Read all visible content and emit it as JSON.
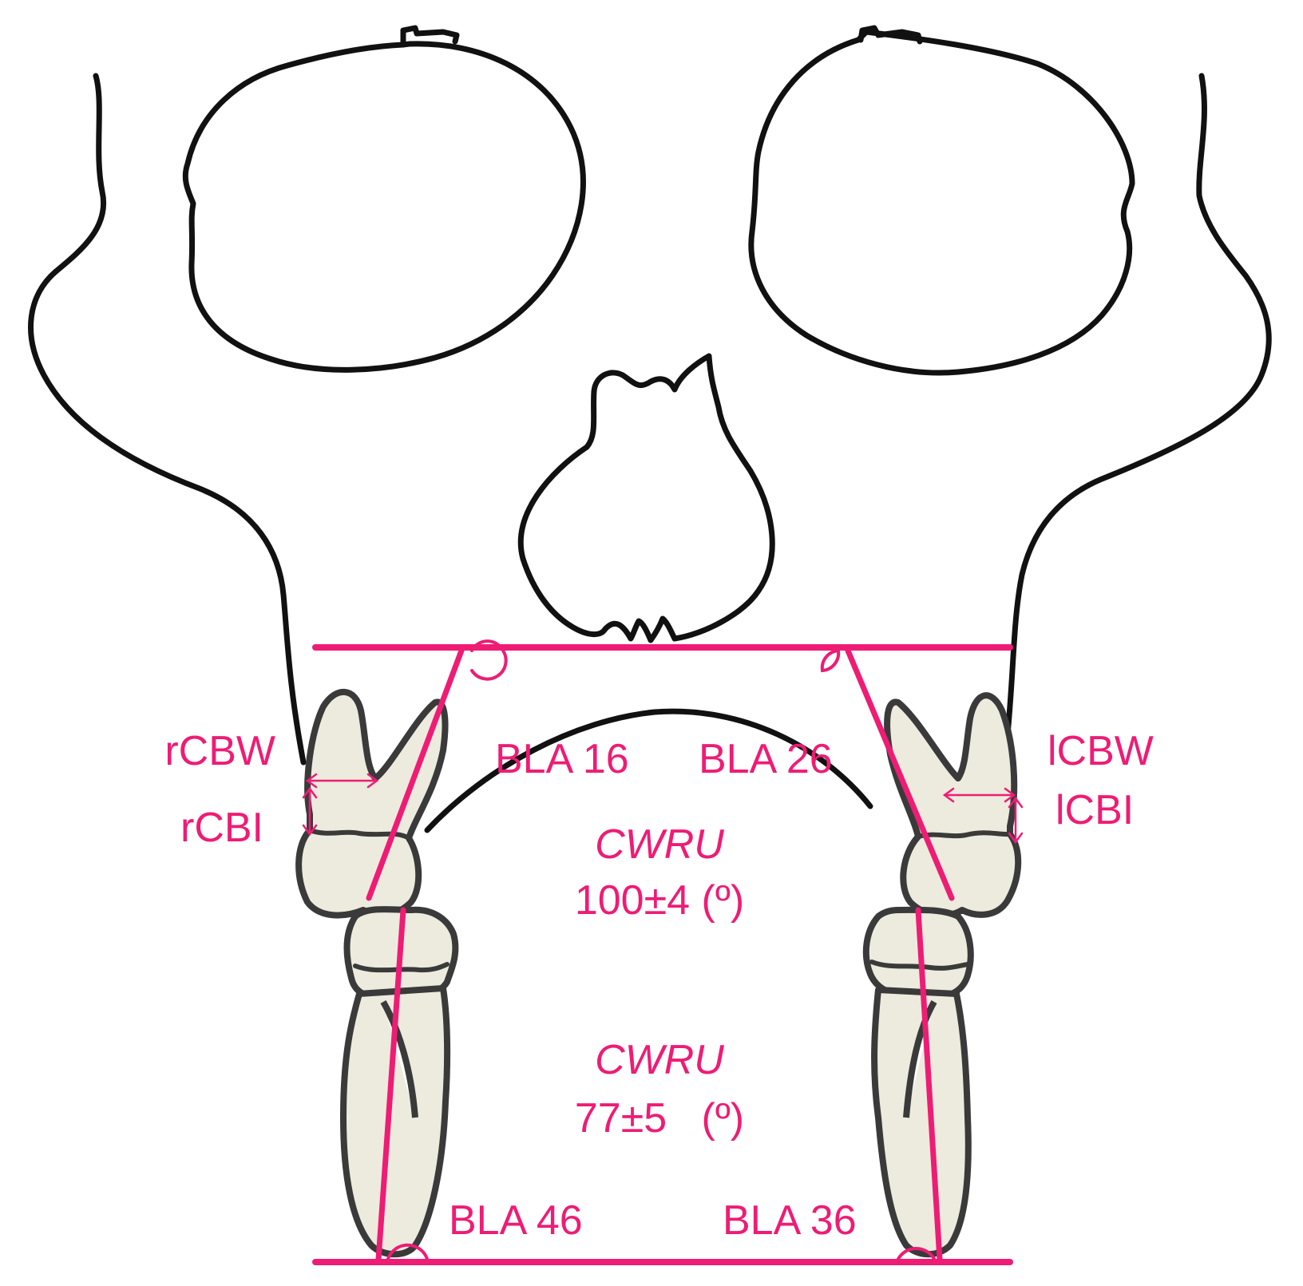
{
  "labels": {
    "right_bone_width": "rCBW",
    "right_bone_height": "rCBI",
    "left_bone_width": "lCBW",
    "left_bone_height": "lCBI",
    "upper_right_molar": "BLA 16",
    "upper_left_molar": "BLA 26",
    "lower_right_molar": "BLA 46",
    "lower_left_molar": "BLA 36"
  },
  "maxillary_norm": {
    "name": "CWRU",
    "value": "100±4 (º)"
  },
  "mandibular_norm": {
    "name": "CWRU",
    "value": "77±5   (º)"
  },
  "colors": {
    "accent": "#ee1c74",
    "outline": "#111111",
    "tooth_fill": "#ecebde",
    "tooth_stroke": "#3a3a3a"
  }
}
